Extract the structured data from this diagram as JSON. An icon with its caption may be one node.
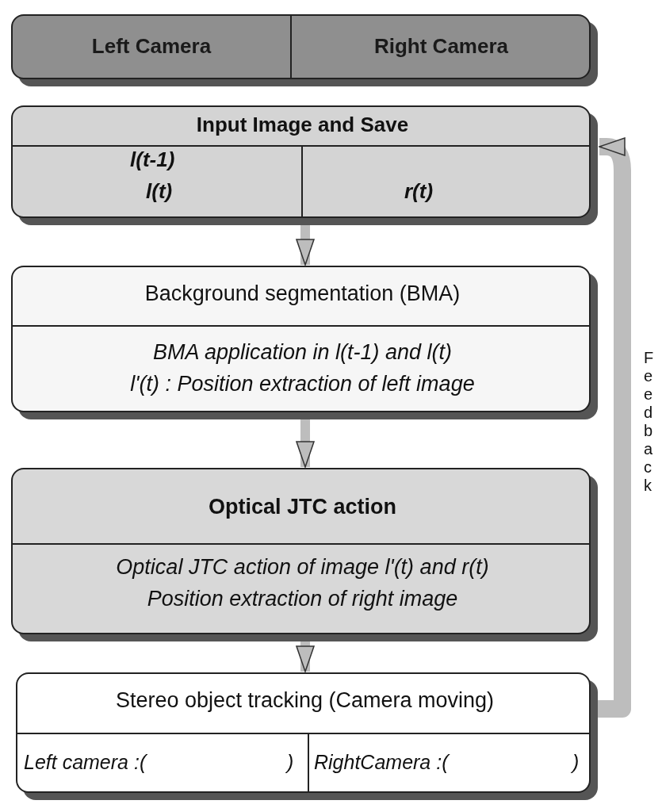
{
  "diagram": {
    "nodes": [
      {
        "text": [
          "Left Camera",
          "Right Camera"
        ]
      },
      {
        "text": [
          "Input Image and Save",
          "l(t-1)",
          "l(t)",
          "r(t)"
        ]
      },
      {
        "text": [
          "Background segmentation (BMA)",
          "BMA application in l(t-1) and l(t)",
          "l'(t) : Position extraction of left image"
        ]
      },
      {
        "text": [
          "Optical JTC action",
          "Optical JTC action of image l'(t) and r(t)",
          "Position extraction of right image"
        ]
      },
      {
        "text": [
          "Stereo object tracking (Camera moving)",
          "Left camera :(",
          ")",
          "RightCamera :(",
          ")"
        ]
      }
    ],
    "edges": [
      {
        "from": 1,
        "to": 2,
        "arrow": "to"
      },
      {
        "from": 2,
        "to": 3,
        "arrow": "to"
      },
      {
        "from": 3,
        "to": 4,
        "arrow": "to"
      },
      {
        "from": 4,
        "to": 1,
        "arrow": "to",
        "style": "thick"
      }
    ],
    "labels": [
      "Feedback"
    ]
  }
}
